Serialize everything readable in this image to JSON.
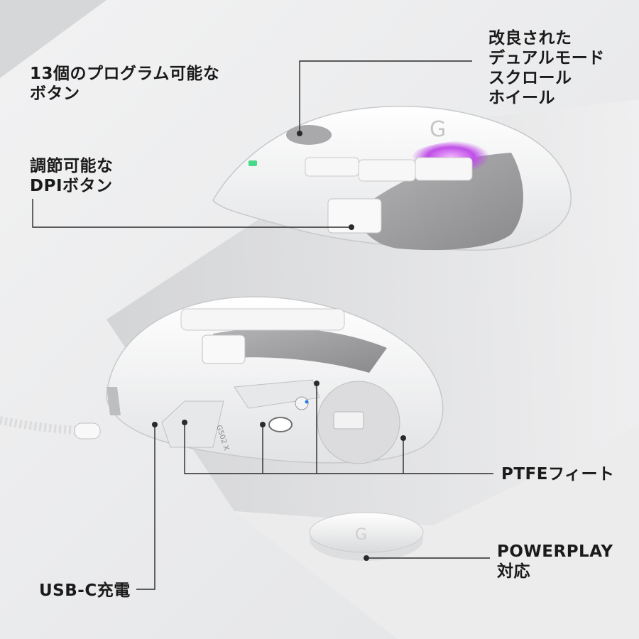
{
  "labels": {
    "programmable_buttons": "13個のプログラム可能な\nボタン",
    "dpi_buttons": "調節可能な\nDPIボタン",
    "scroll_wheel": "改良された\nデュアルモード\nスクロール\nホイール",
    "ptfe_feet": "PTFEフィート",
    "powerplay": "POWERPLAY\n対応",
    "usbc": "USB-C充電"
  },
  "mouse_bottom_text": "G502 X",
  "colors": {
    "background": "#f4f4f5",
    "panel_dark": "#e0e1e3",
    "mouse_white": "#f7f7f7",
    "grip_gray": "#9c9c9e",
    "rgb_glow": "#d05cf0",
    "dpi_led": "#49d98a",
    "text": "#1a1a1a",
    "leader_line": "#2a2a2a"
  }
}
